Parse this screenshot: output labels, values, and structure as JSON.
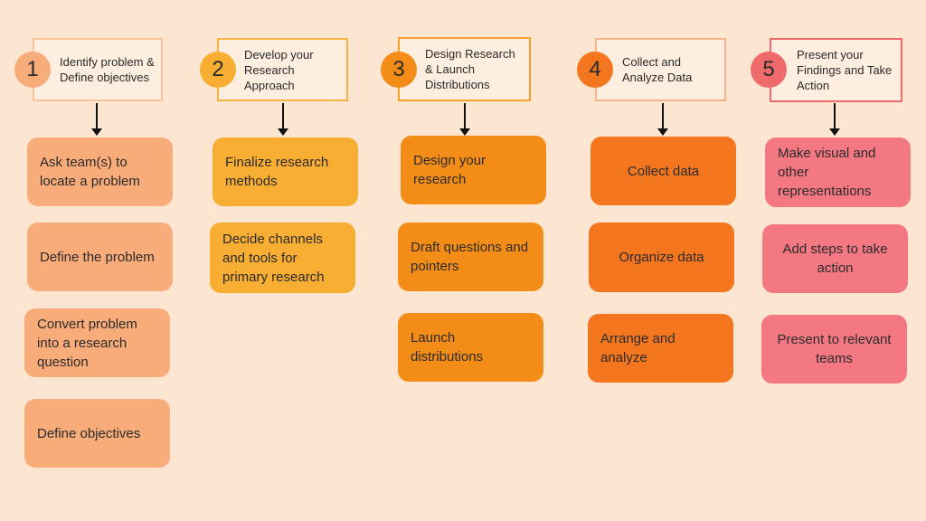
{
  "colors": {
    "background": "#fce6d2",
    "col1": "#f8ac7a",
    "col2": "#f7ae32",
    "col3": "#f48d18",
    "col4": "#f4761f",
    "col5": "#f37882",
    "badge5": "#ef6a6a",
    "header5_border": "#ee6a6a"
  },
  "columns": [
    {
      "number": "1",
      "title": "Identify problem & Define objectives",
      "steps": [
        "Ask team(s) to locate a problem",
        "Define the problem",
        "Convert problem into a research question",
        "Define objectives"
      ]
    },
    {
      "number": "2",
      "title": "Develop your Research Approach",
      "steps": [
        "Finalize research methods",
        "Decide channels and tools for primary research"
      ]
    },
    {
      "number": "3",
      "title": "Design Research & Launch Distributions",
      "steps": [
        "Design your research",
        "Draft questions and pointers",
        "Launch distributions"
      ]
    },
    {
      "number": "4",
      "title": "Collect and Analyze Data",
      "steps": [
        "Collect data",
        "Organize data",
        "Arrange and analyze"
      ]
    },
    {
      "number": "5",
      "title": "Present your Findings and Take Action",
      "steps": [
        "Make visual and other representations",
        "Add steps to take action",
        "Present to relevant teams"
      ]
    }
  ]
}
